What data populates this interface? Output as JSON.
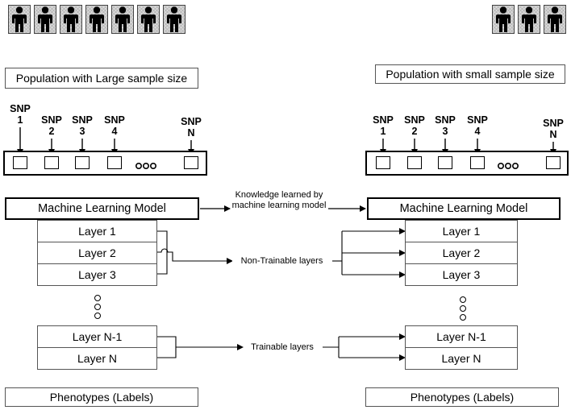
{
  "left": {
    "population_label": "Population with Large sample size",
    "people_count": 7,
    "snps": [
      {
        "top": "SNP",
        "bottom": "1"
      },
      {
        "top": "SNP",
        "bottom": "2"
      },
      {
        "top": "SNP",
        "bottom": "3"
      },
      {
        "top": "SNP",
        "bottom": "4"
      },
      {
        "top": "SNP",
        "bottom": "N"
      }
    ],
    "model_title": "Machine Learning Model",
    "layers": [
      "Layer 1",
      "Layer 2",
      "Layer 3"
    ],
    "final_layers": [
      "Layer N-1",
      "Layer N"
    ],
    "output_label": "Phenotypes (Labels)"
  },
  "right": {
    "population_label": "Population with small sample size",
    "people_count": 3,
    "snps": [
      {
        "top": "SNP",
        "bottom": "1"
      },
      {
        "top": "SNP",
        "bottom": "2"
      },
      {
        "top": "SNP",
        "bottom": "3"
      },
      {
        "top": "SNP",
        "bottom": "4"
      },
      {
        "top": "SNP",
        "bottom": "N"
      }
    ],
    "model_title": "Machine Learning Model",
    "layers": [
      "Layer 1",
      "Layer 2",
      "Layer 3"
    ],
    "final_layers": [
      "Layer N-1",
      "Layer N"
    ],
    "output_label": "Phenotypes (Labels)"
  },
  "middle": {
    "knowledge_label": "Knowledge learned by machine learning model",
    "non_trainable_label": "Non-Trainable layers",
    "trainable_label": "Trainable layers"
  },
  "icons": {
    "person": "person-icon",
    "ellipsis": "ellipsis-icon"
  }
}
